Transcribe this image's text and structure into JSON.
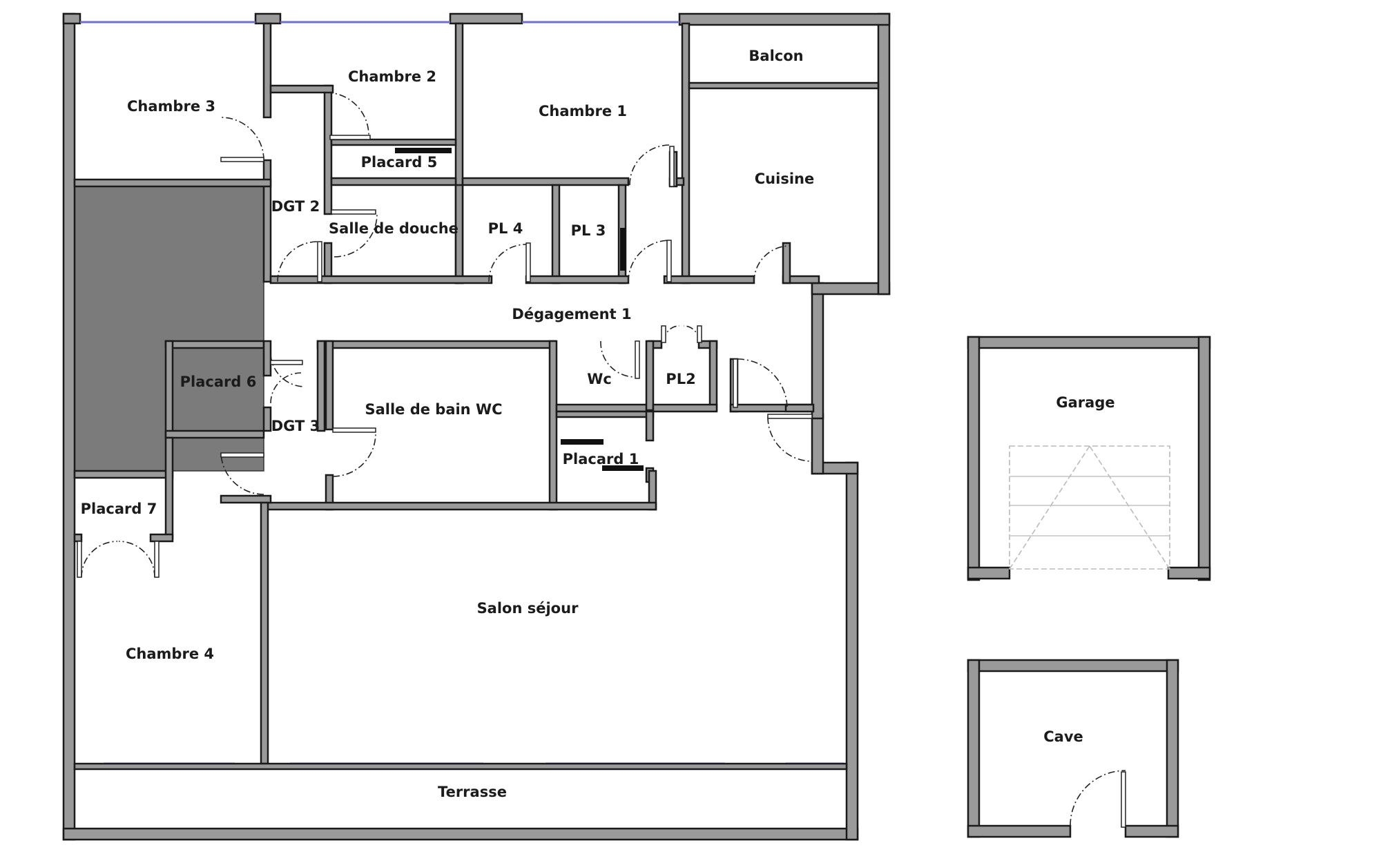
{
  "rooms": {
    "chambre3": "Chambre 3",
    "chambre2": "Chambre 2",
    "chambre1": "Chambre 1",
    "balcon": "Balcon",
    "cuisine": "Cuisine",
    "placard5": "Placard 5",
    "dgt2": "DGT 2",
    "salle_douche": "Salle de douche",
    "pl4": "PL 4",
    "pl3": "PL 3",
    "degagement1": "Dégagement 1",
    "placard6": "Placard 6",
    "dgt3": "DGT 3",
    "salle_bain": "Salle de bain WC",
    "wc": "Wc",
    "pl2": "PL2",
    "placard1": "Placard 1",
    "placard7": "Placard 7",
    "chambre4": "Chambre 4",
    "salon": "Salon séjour",
    "terrasse": "Terrasse",
    "garage": "Garage",
    "cave": "Cave"
  },
  "colors": {
    "wall": "#9a9a9a",
    "window": "#6f6fc6",
    "shaft": "#7b7b7b"
  }
}
